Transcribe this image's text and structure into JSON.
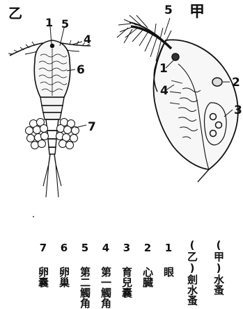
{
  "figure": {
    "label_jia": "甲",
    "label_yi": "乙",
    "callouts_yi": [
      "1",
      "5",
      "4",
      "6",
      "7"
    ],
    "callouts_jia": [
      "5",
      "1",
      "4",
      "2",
      "3"
    ]
  },
  "legend": {
    "items": [
      "(甲)水蚤",
      "(乙)劍水蚤",
      "1 眼",
      "2 心臓",
      "3 育兒囊",
      "4 第一觸角",
      "5 第二觸角",
      "6 卵巢",
      "7 卵囊"
    ]
  }
}
